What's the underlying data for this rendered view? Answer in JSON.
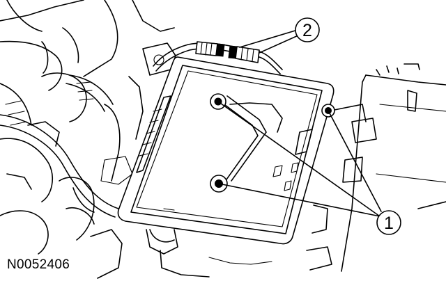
{
  "figure": {
    "id": "N0052406",
    "callouts": [
      {
        "number": "1"
      },
      {
        "number": "2"
      }
    ]
  }
}
